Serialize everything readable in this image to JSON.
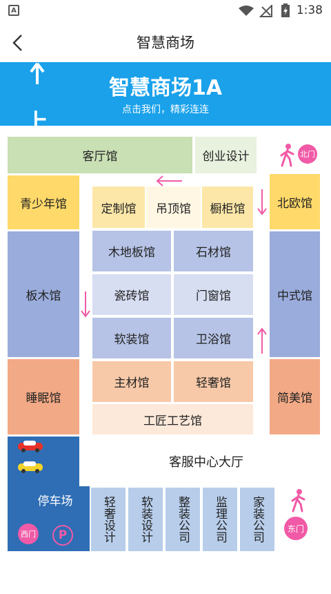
{
  "status_bar": {
    "time": "1:38",
    "carrier_icon": "A"
  },
  "header": {
    "title": "智慧商场"
  },
  "banner": {
    "title": "智慧商场1A",
    "subtitle": "点击我们，精彩连连",
    "up_label": "上"
  },
  "map": {
    "halls": {
      "keting": "客厅馆",
      "chuangye": "创业设计",
      "qingshaonian": "青少年馆",
      "dingzhi": "定制馆",
      "diaoding": "吊顶馆",
      "chugui": "橱柜馆",
      "beiou": "北欧馆",
      "bamu": "板木馆",
      "mudiban": "木地板馆",
      "shicai": "石材馆",
      "zhongshi": "中式馆",
      "cizhuan": "瓷砖馆",
      "menchuang": "门窗馆",
      "ruanzhuang": "软装馆",
      "weiyu": "卫浴馆",
      "shuimian": "睡眠馆",
      "zhucai": "主材馆",
      "qingshe": "轻奢馆",
      "jianmei": "简美馆",
      "gongjiang": "工匠工艺馆",
      "kefu": "客服中心大厅",
      "tingche": "停车场"
    },
    "bottom_shops": [
      "轻奢设计",
      "软装设计",
      "整装公司",
      "监理公司",
      "家装公司"
    ],
    "gates": {
      "north": "北门",
      "east": "东门",
      "west": "西门"
    },
    "parking_symbol": "P"
  },
  "colors": {
    "banner": "#1aa1ea",
    "accent_pink": "#f05aa6",
    "parking_navy": "#2f6eb5"
  }
}
